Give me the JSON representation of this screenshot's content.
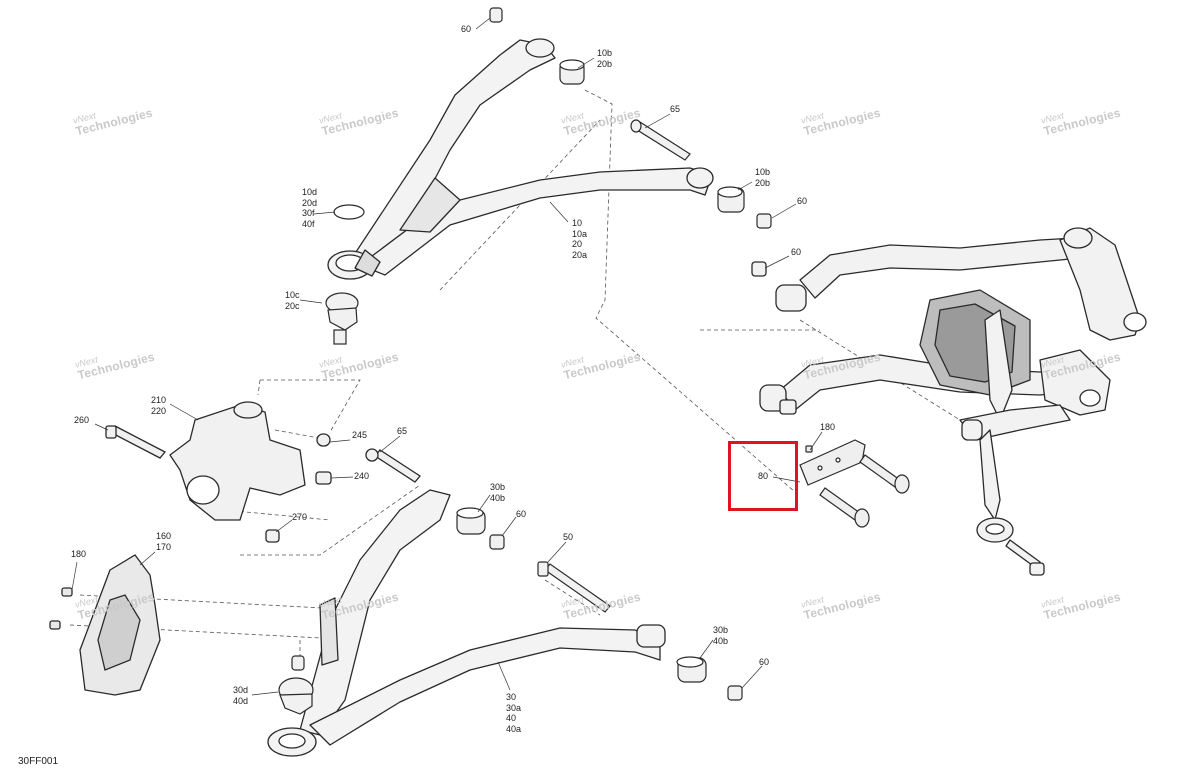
{
  "figure_code": "30FF001",
  "watermark": {
    "line1": "vNext",
    "line2": "Technologies"
  },
  "highlight_color": "#e0141e",
  "callouts": {
    "c60a": "60",
    "c10b20b_top": "10b\n20b",
    "c65_top": "65",
    "c10b20b_mid": "10b\n20b",
    "c60b": "60",
    "c10group": "10d\n20d\n30f\n40f",
    "c10arm": "10\n10a\n20\n20a",
    "c10c20c": "10c\n20c",
    "c60c": "60",
    "c180_right": "180",
    "c80": "80",
    "c210220": "210\n220",
    "c260": "260",
    "c245": "245",
    "c65_mid": "65",
    "c240": "240",
    "c270": "270",
    "c30b40b_mid": "30b\n40b",
    "c60d": "60",
    "c160170": "160\n170",
    "c180_left": "180",
    "c50": "50",
    "c30b40b_low": "30b\n40b",
    "c60e": "60",
    "c30d40d": "30d\n40d",
    "c30arm": "30\n30a\n40\n40a"
  }
}
